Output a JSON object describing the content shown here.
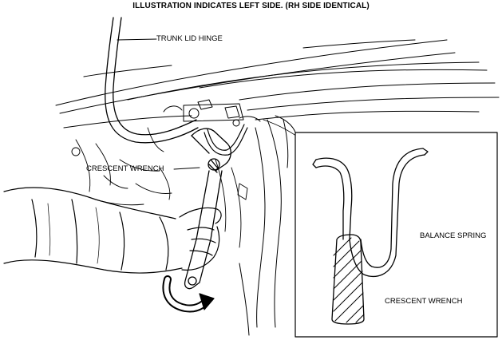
{
  "caption": "ILLUSTRATION INDICATES LEFT SIDE. (RH SIDE IDENTICAL)",
  "labels": {
    "trunk_lid_hinge": "TRUNK LID HINGE",
    "crescent_wrench_main": "CRESCENT WRENCH",
    "balance_spring": "BALANCE SPRING",
    "crescent_wrench_inset": "CRESCENT WRENCH"
  },
  "colors": {
    "line": "#000000",
    "background": "#ffffff"
  }
}
